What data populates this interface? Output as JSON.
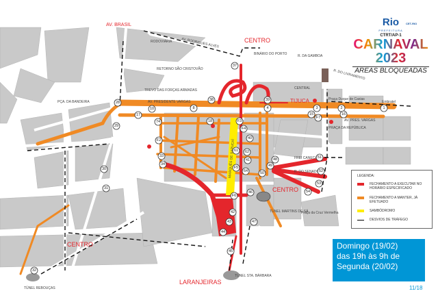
{
  "header": {
    "brand": "Rio",
    "brand_sub": "PREFEITURA",
    "agency": "CET-RIO",
    "code": "CTRT/AP-1",
    "event": "CARNAVAL 2023",
    "subtitle": "ÁREAS BLOQUEADAS"
  },
  "legend": {
    "title": "LEGENDA:",
    "items": [
      {
        "label": "FECHAMENTO A EXECUTAR NO HORÁRIO ESPECIFICADO",
        "color": "#e4262c"
      },
      {
        "label": "FECHAMENTO A MANTER, JÁ EFETUADO",
        "color": "#f08a24"
      },
      {
        "label": "SAMBÓDROMO",
        "color": "#ffed00"
      },
      {
        "label": "DESVIOS DE TRÁFEGO",
        "color": "#000000"
      }
    ]
  },
  "schedule": {
    "line1": "Domingo (19/02)",
    "line2": "das 19h às 9h de",
    "line3": "Segunda (20/02)"
  },
  "page_number": "11/18",
  "regions": {
    "av_brasil": "AV. BRASIL",
    "centro_top": "CENTRO",
    "tijuca": "TIJUCA",
    "centro_mid": "CENTRO",
    "centro_left": "CENTRO",
    "laranjeiras": "LARANJEIRAS"
  },
  "labels": {
    "rodrigues_alves": "AV. RODRIGUES ALVES",
    "rodoviaria": "RODOVIÁRIA",
    "binario": "BINÁRIO DO PORTO",
    "retorno": "RETORNO SÃO CRISTOVÃO",
    "trevo": "TREVO DAS FORÇAS ARMADAS",
    "pres_vargas": "AV. PRESIDENTE VARGAS",
    "pres_vargas_e": "AV. PRES. VARGAS",
    "central": "CENTRAL",
    "praca_caxias": "Praça Duque de Caxias",
    "embratel": "Embratel",
    "praca_republica": "PRAÇA DA REPÚBLICA",
    "praca_bandeira": "PÇA. DA BANDEIRA",
    "tunel_martins": "TÚNEL MARTINS DE SÁ",
    "praca_cruz": "Praça da Cruz Vermelha",
    "tunel_barbara": "TÚNEL STA. BÁRBARA",
    "tunel_reboucas": "TÚNEL REBOUÇAS",
    "sapucai": "MARQUÊS DE SAPUCAÍ",
    "livramento": "R. DO LIVRAMENTO",
    "gamboa": "R. DA GAMBOA",
    "caneca": "FREI CANECA",
    "senado": "R. DO SENADO"
  },
  "markers": [
    "1",
    "2",
    "3",
    "4",
    "8",
    "10",
    "15",
    "16",
    "17",
    "F7",
    "18",
    "28",
    "29",
    "F2",
    "74",
    "33",
    "34",
    "30",
    "31",
    "32",
    "37",
    "38",
    "39",
    "F3",
    "F4",
    "40",
    "61",
    "62",
    "41",
    "F5",
    "64",
    "50",
    "48",
    "49",
    "51",
    "52",
    "53",
    "54",
    "F6",
    "46",
    "42",
    "43",
    "44",
    "45",
    "47"
  ]
}
